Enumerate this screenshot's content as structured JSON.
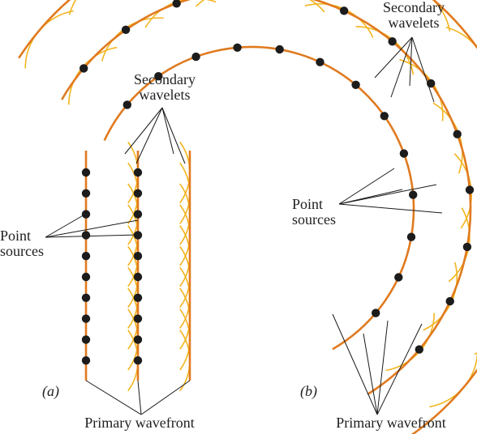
{
  "panel_a": {
    "tag": "(a)",
    "secondary_line1": "Secondary",
    "secondary_line2": "wavelets",
    "point_line1": "Point",
    "point_line2": "sources",
    "primary": "Primary wavefront"
  },
  "panel_b": {
    "tag": "(b)",
    "secondary_line1": "Secondary",
    "secondary_line2": "wavelets",
    "point_line1": "Point",
    "point_line2": "sources",
    "primary": "Primary wavefront"
  },
  "colors": {
    "wavefront": "#e07a1f",
    "wavelet": "#f2b51e",
    "source": "#1c1c1c",
    "leader": "#1a1a1a",
    "text": "#1f1f1f"
  }
}
